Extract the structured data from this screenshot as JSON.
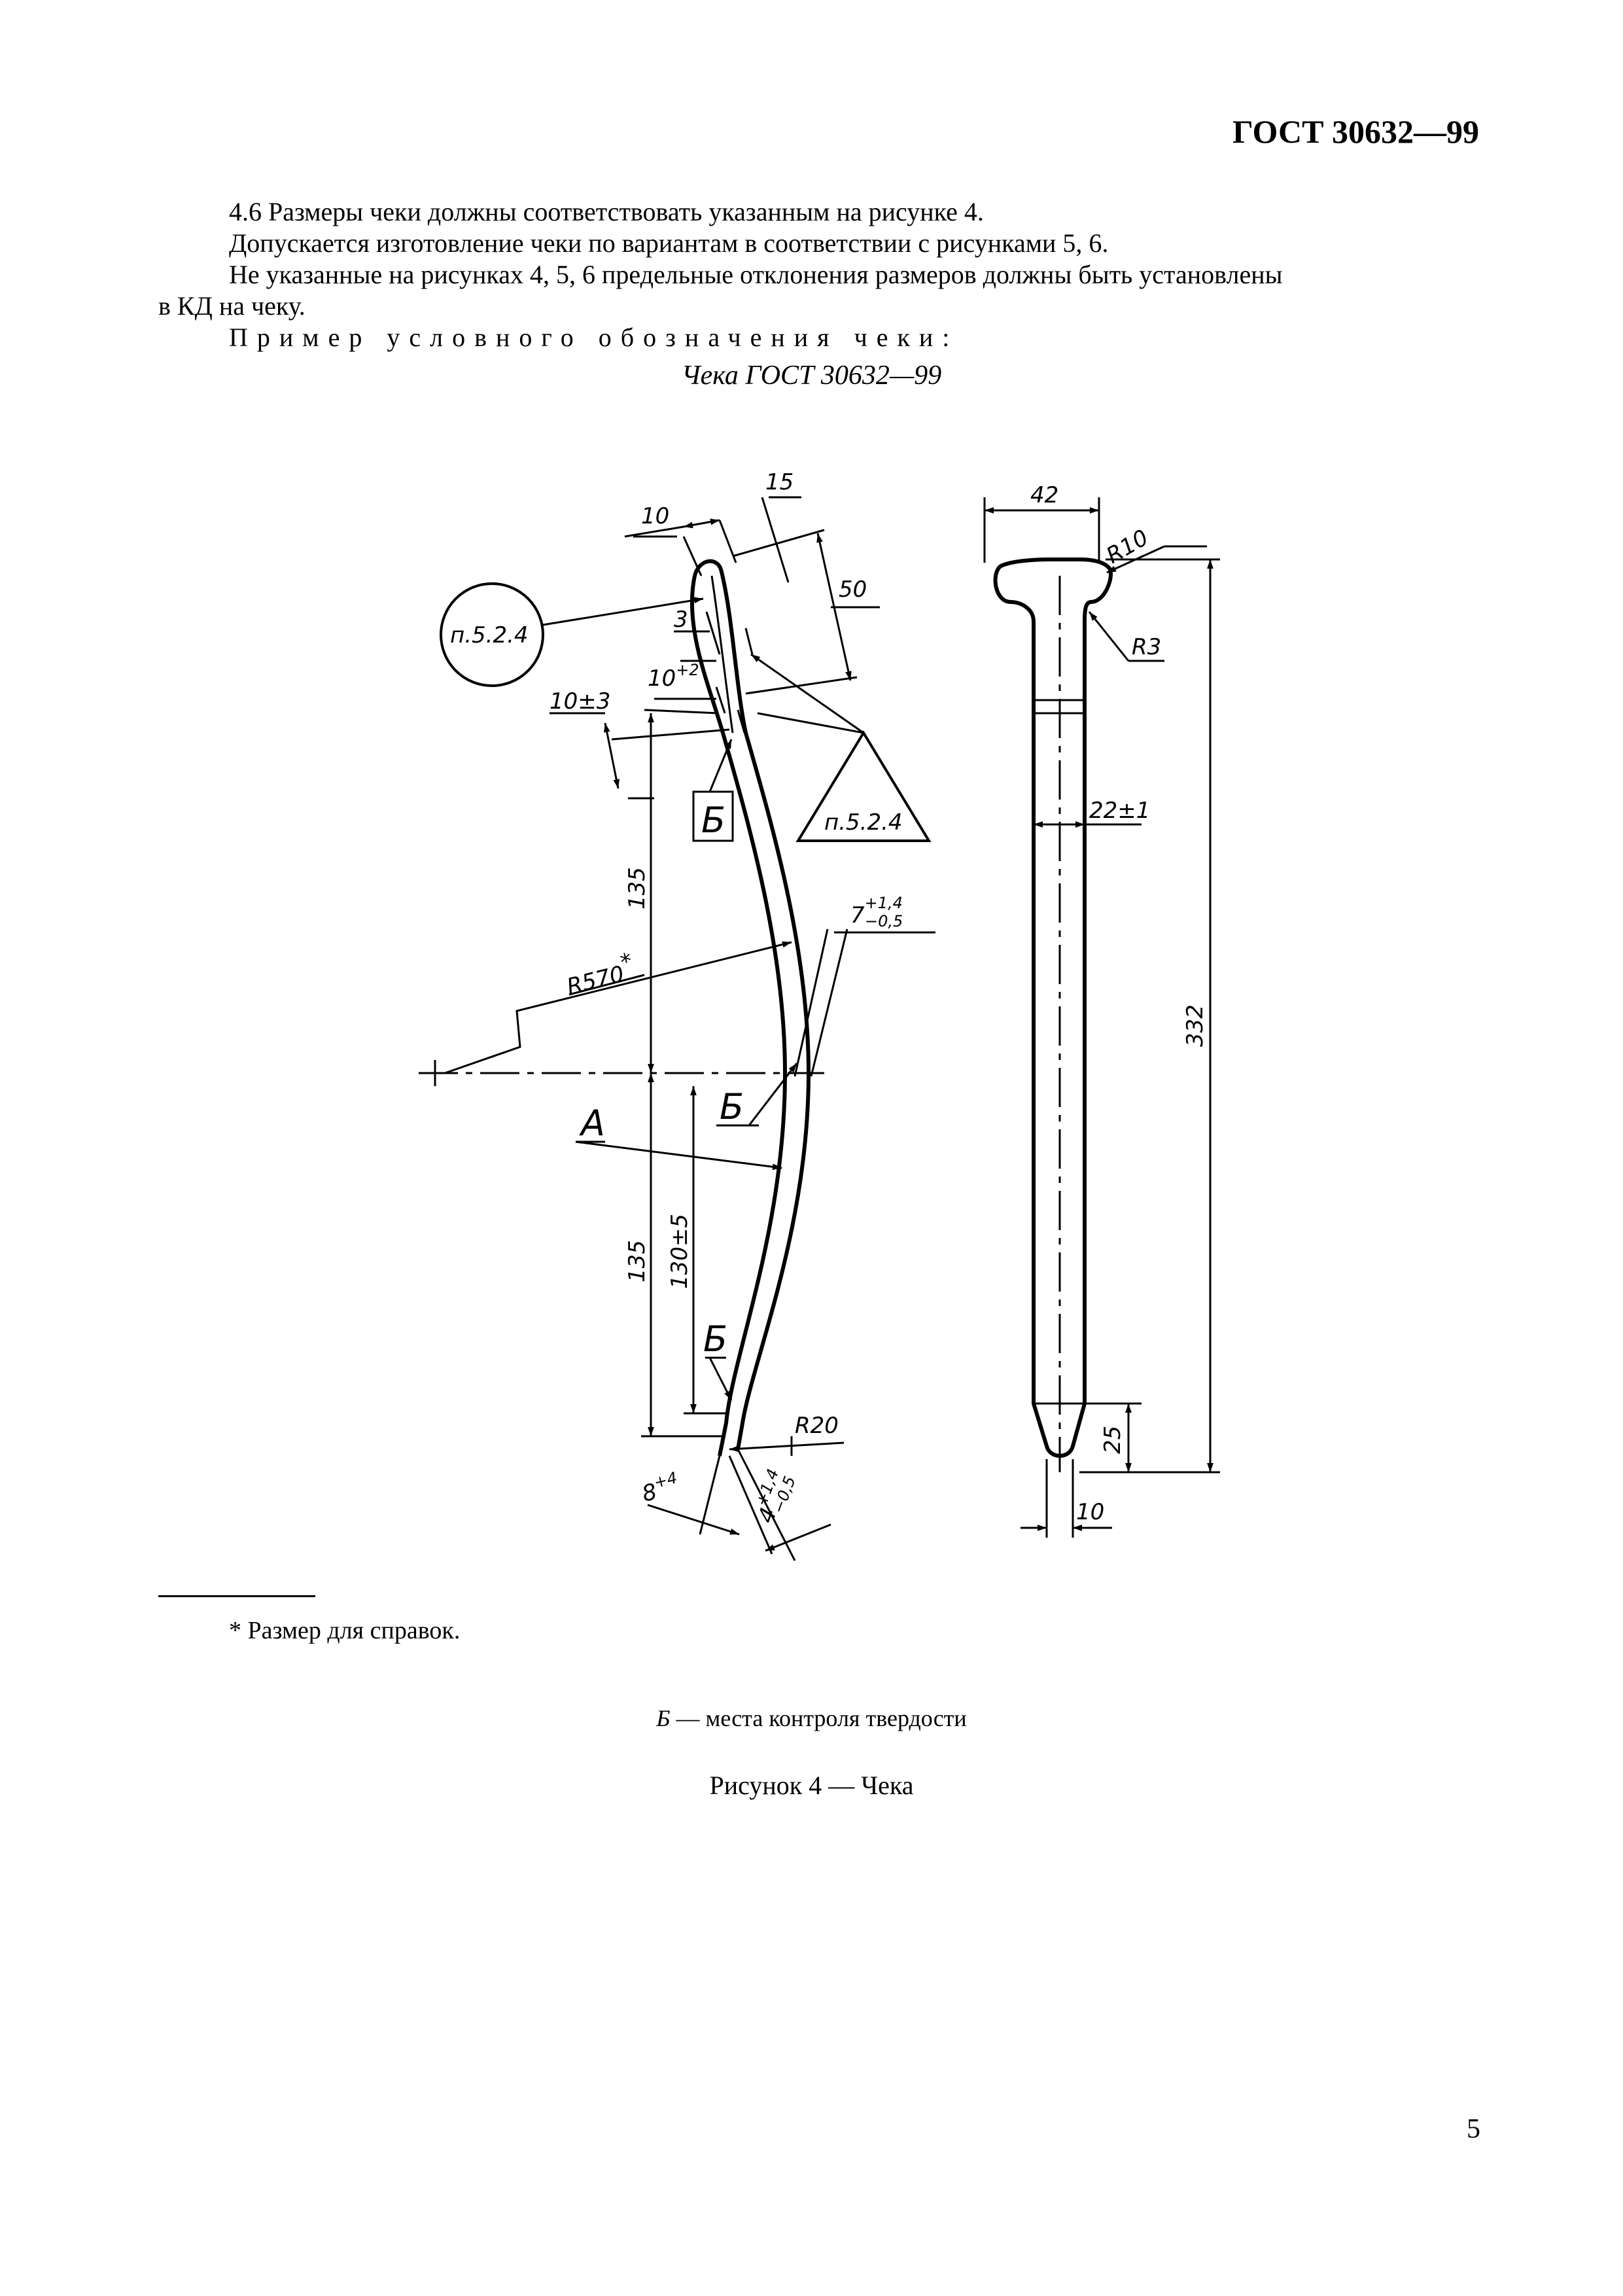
{
  "header": {
    "standard": "ГОСТ 30632—99"
  },
  "paragraphs": {
    "p1": "4.6 Размеры чеки должны соответствовать указанным на рисунке 4.",
    "p2": "Допускается изготовление чеки по вариантам в соответствии с рисунками 5, 6.",
    "p3a": "Не указанные на рисунках 4, 5, 6 предельные отклонения размеров должны быть установлены",
    "p3b": "в КД на чеку.",
    "p4": "Пример условного обозначения чеки:"
  },
  "example": "Чека ГОСТ 30632—99",
  "drawing": {
    "left_view": {
      "dim_10_top": "10",
      "dim_15": "15",
      "dim_50": "50",
      "ref_circle": "п.5.2.4",
      "dim_3": "3",
      "dim_10_base": "10",
      "dim_10_sup": "+2",
      "dim_10pm3": "10±3",
      "mark_b": "Б",
      "ref_triangle": "п.5.2.4",
      "dim_135": "135",
      "dim_7_base": "7",
      "dim_7_up": "+1,4",
      "dim_7_down": "−0,5",
      "dim_r570": "R570",
      "asterisk": "*",
      "mark_a": "А",
      "dim_130": "130±5",
      "dim_r20": "R20",
      "dim_8_base": "8",
      "dim_8_sup": "+4",
      "dim_4_base": "4",
      "dim_4_up": "+1,4",
      "dim_4_down": "−0,5"
    },
    "right_view": {
      "dim_42": "42",
      "dim_r10": "R10",
      "dim_r3": "R3",
      "dim_22": "22±1",
      "dim_332": "332",
      "dim_25": "25",
      "dim_10": "10"
    }
  },
  "footnote": "* Размер для справок.",
  "legend": {
    "symbol": "Б",
    "text": " — места контроля твердости"
  },
  "caption": "Рисунок 4 — Чека",
  "page_number": "5"
}
